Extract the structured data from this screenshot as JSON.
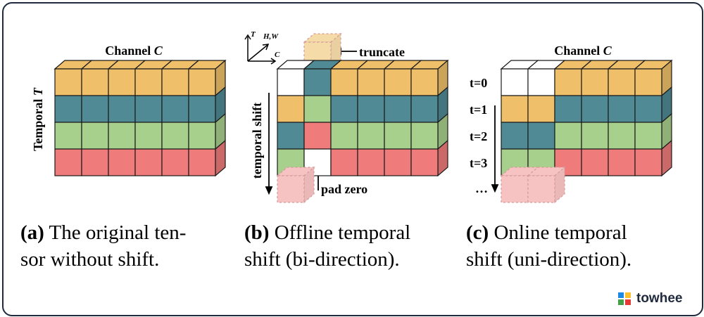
{
  "colors": {
    "orange": "#efc069",
    "teal": "#4f8a95",
    "green": "#a8d08d",
    "red": "#ef7b7b",
    "ghost_orange": "#f5dba8",
    "ghost_red": "#f7c2c2",
    "edge": "#1a1a1a"
  },
  "panel_a": {
    "channel_label": "Channel",
    "channel_var": "C",
    "temporal_label": "Temporal",
    "temporal_var": "T",
    "rows": [
      "orange",
      "teal",
      "green",
      "red"
    ],
    "cols": 6
  },
  "panel_b": {
    "axis_t": "T",
    "axis_hw": "H,W",
    "axis_c": "C",
    "truncate_label": "truncate",
    "pad_label": "pad zero",
    "shift_label": "temporal shift"
  },
  "panel_c": {
    "channel_label": "Channel",
    "channel_var": "C",
    "time_labels": [
      "t=0",
      "t=1",
      "t=2",
      "t=3",
      "…"
    ]
  },
  "captions": {
    "a_tag": "(a)",
    "a_line1": " The original ten-",
    "a_line2": "sor without shift.",
    "b_tag": "(b)",
    "b_line1": " Offline temporal",
    "b_line2": "shift (bi-direction).",
    "c_tag": "(c)",
    "c_line1": " Online temporal",
    "c_line2": "shift (uni-direction)."
  },
  "logo": {
    "text": "towhee",
    "icon": "towhee-logo-icon",
    "colors": [
      "#1e88e5",
      "#fbc02d",
      "#43a047",
      "#e53935"
    ]
  }
}
